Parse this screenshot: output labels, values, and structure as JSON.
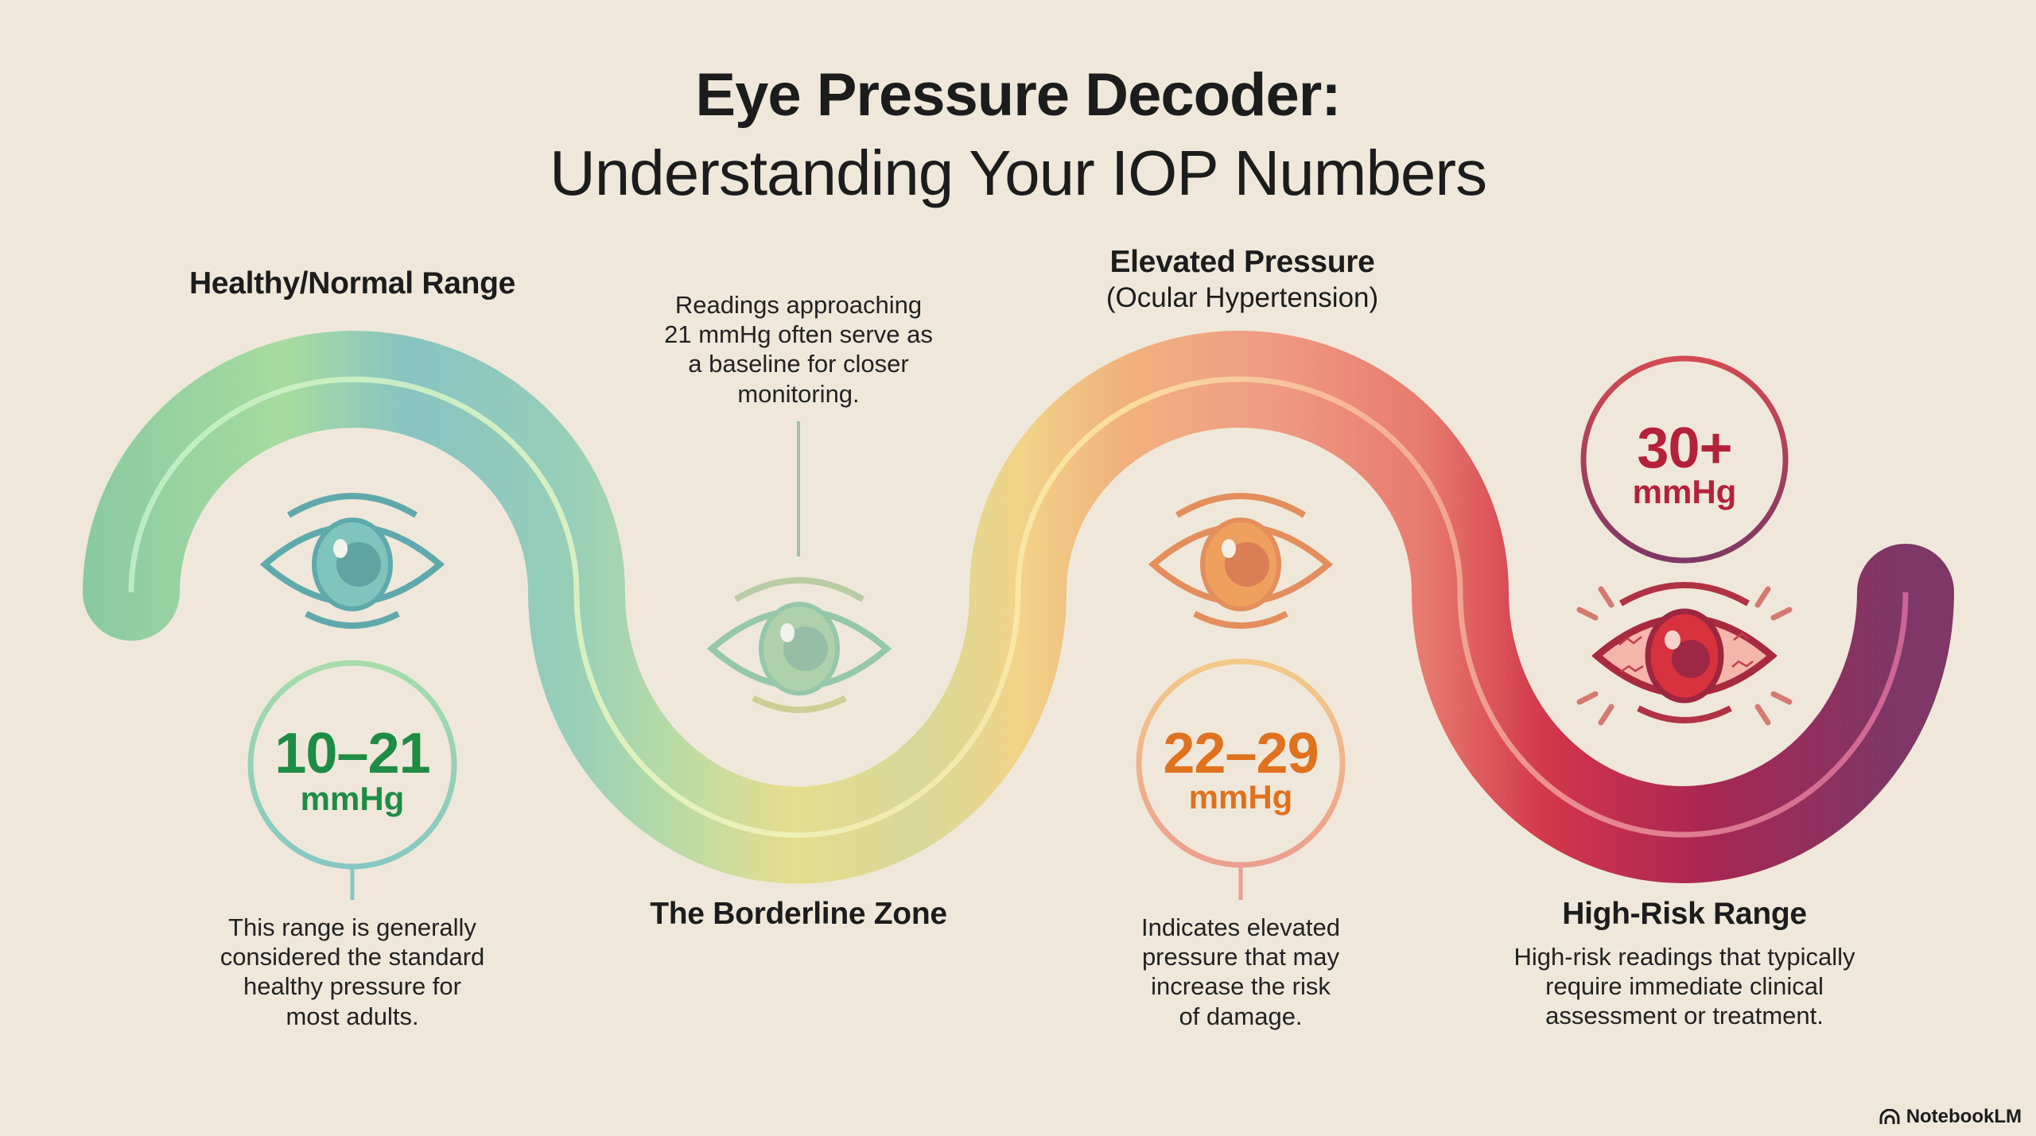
{
  "title": {
    "line1": "Eye Pressure Decoder:",
    "line2": "Understanding Your IOP Numbers"
  },
  "stages": [
    {
      "id": "healthy",
      "label": "Healthy/Normal Range",
      "range": "10–21",
      "unit": "mmHg",
      "description": [
        "This range is generally",
        "considered the standard",
        "healthy pressure for",
        "most adults."
      ],
      "color": "#1e8c45",
      "icon": "eye-icon"
    },
    {
      "id": "borderline",
      "label": "The Borderline Zone",
      "description": [
        "Readings approaching",
        "21 mmHg often serve as",
        "a baseline for closer",
        "monitoring."
      ],
      "icon": "eye-icon"
    },
    {
      "id": "elevated",
      "label": "Elevated Pressure",
      "sublabel": "(Ocular Hypertension)",
      "range": "22–29",
      "unit": "mmHg",
      "description": [
        "Indicates elevated",
        "pressure that may",
        "increase the risk",
        "of damage."
      ],
      "color": "#e0711e",
      "icon": "eye-icon"
    },
    {
      "id": "high-risk",
      "label": "High-Risk Range",
      "range": "30+",
      "unit": "mmHg",
      "description": [
        "High-risk readings that typically",
        "require immediate clinical",
        "assessment or treatment."
      ],
      "color": "#b5213a",
      "icon": "bloodshot-eye-icon"
    }
  ],
  "colors": {
    "background": "#efe8da",
    "healthy_green": "#8fcca0",
    "healthy_teal": "#88c5c2",
    "borderline_yellow": "#e6dc8c",
    "elevated_orange": "#f1b27d",
    "elevated_salmon": "#ef9d84",
    "high_red": "#d2364a",
    "high_plum": "#7e3766"
  },
  "brand": {
    "name": "NotebookLM",
    "icon": "notebooklm-logo-icon"
  }
}
